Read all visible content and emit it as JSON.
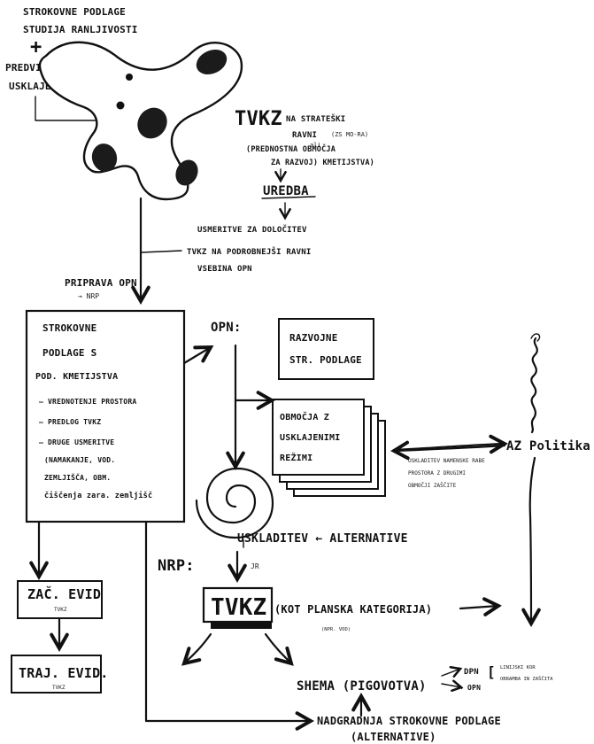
{
  "texts": {
    "top_title_1": "STROKOVNE PODLAGE",
    "top_title_2": "STUDIJA RANLJIVOSTI",
    "plus": "+",
    "pred_1": "PREDVIDENO",
    "pred_2": "USKLAJENJE",
    "tvkz_main": "TVKZ",
    "tvkz_note_1": "NA STRATEŠKI",
    "tvkz_note_2": "RAVNI",
    "tvkz_note_small": "(ZS MO-RA)",
    "ali": "ali",
    "tvkz_note_3": "(PREDNOSTNA OBMOČJA",
    "tvkz_note_4": "ZA RAZVOJ) KMETIJSTVA)",
    "uredba": "UREDBA",
    "usm_1": "USMERITVE ZA DOLOČITEV",
    "usm_2": "TVKZ NA PODROBNEJŠI RAVNI",
    "usm_3": "VSEBINA OPN",
    "priprava_1": "PRIPRAVA OPN",
    "priprava_2": "→ NRP",
    "opn_label": "OPN:",
    "box_text_1": "STROKOVNE",
    "box_text_2": "PODLAGE S",
    "box_text_3": "POD. KMETIJSTVA",
    "box_text_4": "– VREDNOTENJE PROSTORA",
    "box_text_5": "– PREDLOG TVKZ",
    "box_text_6": "– DRUGE USMERITVE",
    "box_text_7": "(NAMAKANJE, VOD.",
    "box_text_8": "ZEMLJIŠČA, OBM.",
    "box_text_9": "čiščenja zara. zemljišč",
    "razvoj_1": "RAZVOJNE",
    "razvoj_2": "STR. PODLAGE",
    "obmocja_1": "OBMOČJA Z",
    "obmocja_2": "USKLAJENIMI",
    "obmocja_3": "REŽIMI",
    "small_1": "USKLADITEV NAMENSKE RABE",
    "small_2": "PROSTORA Z DRUGIMI",
    "small_3": "OBMOČJI ZAŠČITE",
    "az_politika": "AZ Politika",
    "uskladitev": "USKLADITEV ← ALTERNATIVE",
    "nrp": "NRP:",
    "jr": "JR",
    "tvkz_box": "TVKZ",
    "kot_planska": "(KOT PLANSKA KATEGORIJA)",
    "small_under": "(NPR. VOD)",
    "zac_evid": "ZAČ. EVID",
    "tvkz_small_1": "TVKZ",
    "traj_evid": "TRAJ. EVID.",
    "tvkz_small_2": "TVKZ",
    "shema": "SHEMA (PIGOVOTVA)",
    "dpn": "DPN",
    "dpn_note_1": "LINIJSKI KOR",
    "dpn_note_2": "OBRAMBA IN ZAŠČITA",
    "opn_bottom": "→ OPN",
    "nadgradnja_1": "NADGRADNJA STROKOVNE PODLAGE",
    "nadgradnja_2": "(ALTERNATIVE)"
  }
}
